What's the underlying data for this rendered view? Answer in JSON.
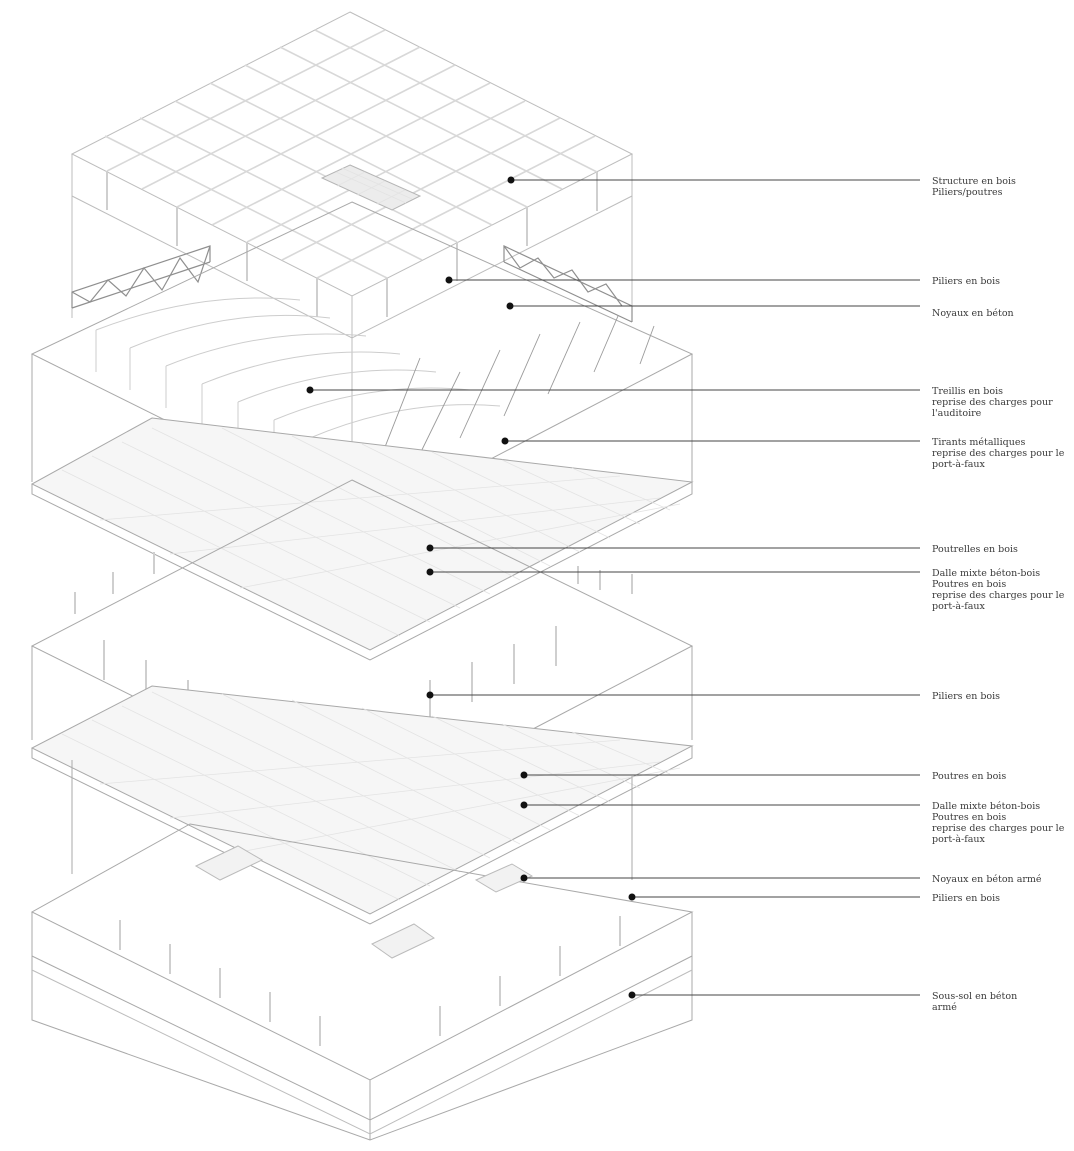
{
  "labels": [
    {
      "id": "structure",
      "lines": [
        "Structure en bois",
        "Piliers/poutres"
      ]
    },
    {
      "id": "piliers-top",
      "lines": [
        "Piliers en bois"
      ]
    },
    {
      "id": "noyaux-top",
      "lines": [
        "Noyaux en béton"
      ]
    },
    {
      "id": "treillis",
      "lines": [
        "Treillis en bois",
        "reprise des charges pour",
        "l'auditoire"
      ]
    },
    {
      "id": "tirants",
      "lines": [
        "Tirants métalliques",
        "reprise des charges pour le",
        "port-à-faux"
      ]
    },
    {
      "id": "poutrelles",
      "lines": [
        "Poutrelles en bois"
      ]
    },
    {
      "id": "dalle-1",
      "lines": [
        "Dalle mixte béton-bois",
        "Poutres en bois",
        "reprise des charges pour le",
        "port-à-faux"
      ]
    },
    {
      "id": "piliers-mid",
      "lines": [
        "Piliers en bois"
      ]
    },
    {
      "id": "poutres",
      "lines": [
        "Poutres en bois"
      ]
    },
    {
      "id": "dalle-2",
      "lines": [
        "Dalle mixte béton-bois",
        "Poutres en bois",
        "reprise des charges pour le",
        "port-à-faux"
      ]
    },
    {
      "id": "noyaux-arme",
      "lines": [
        "Noyaux en béton armé"
      ]
    },
    {
      "id": "piliers-low",
      "lines": [
        "Piliers en bois"
      ]
    },
    {
      "id": "sous-sol",
      "lines": [
        "Sous-sol en béton",
        "armé"
      ]
    }
  ]
}
